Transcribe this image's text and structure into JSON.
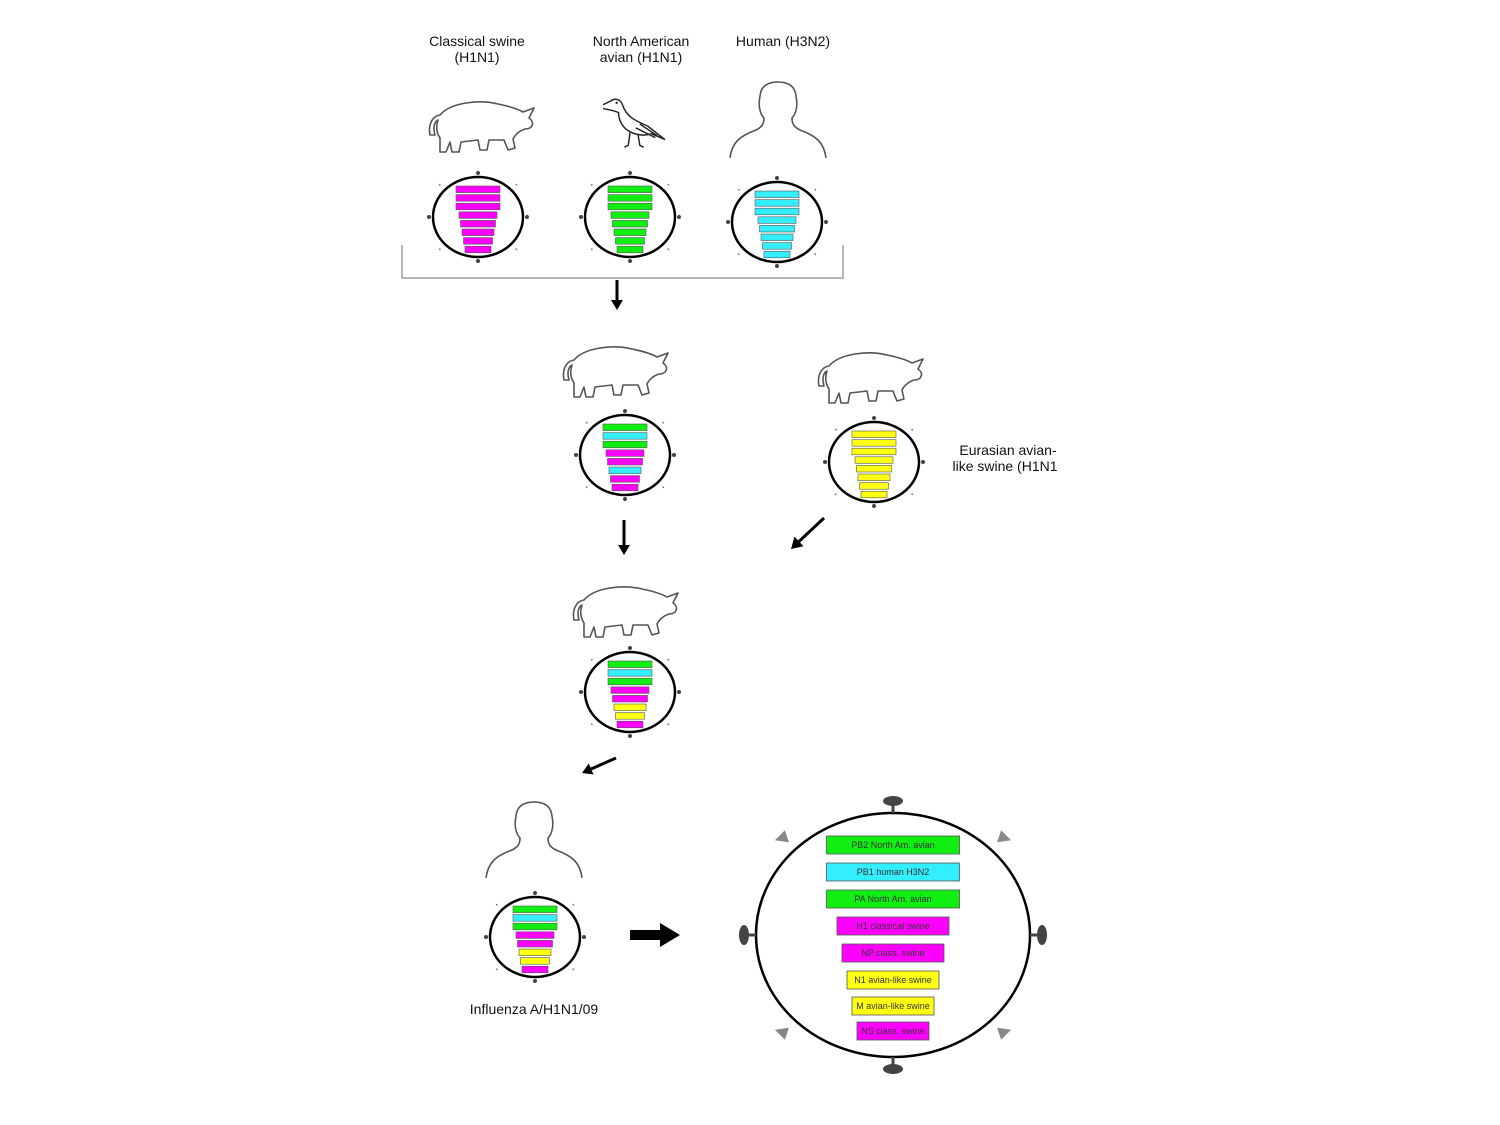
{
  "colors": {
    "magenta": "#ff00ff",
    "green": "#11ee11",
    "cyan": "#33eeff",
    "yellow": "#ffff11"
  },
  "headers": {
    "classical_swine": [
      "Classical swine",
      "(H1N1)"
    ],
    "north_american_avian": [
      "North American",
      "avian (H1N1)"
    ],
    "human": [
      "Human (H3N2)"
    ]
  },
  "eurasian_label": [
    "Eurasian avian-",
    "like swine (H1N1"
  ],
  "result_label": "Influenza A/H1N1/09",
  "viruses": {
    "classical_swine": [
      "magenta",
      "magenta",
      "magenta",
      "magenta",
      "magenta",
      "magenta",
      "magenta",
      "magenta"
    ],
    "north_american_avian": [
      "green",
      "green",
      "green",
      "green",
      "green",
      "green",
      "green",
      "green"
    ],
    "human_h3n2": [
      "cyan",
      "cyan",
      "cyan",
      "cyan",
      "cyan",
      "cyan",
      "cyan",
      "cyan"
    ],
    "triple_reassortant_swine": [
      "green",
      "cyan",
      "green",
      "magenta",
      "magenta",
      "cyan",
      "magenta",
      "magenta"
    ],
    "eurasian_swine": [
      "yellow",
      "yellow",
      "yellow",
      "yellow",
      "yellow",
      "yellow",
      "yellow",
      "yellow"
    ],
    "reassortant_swine_2": [
      "green",
      "cyan",
      "green",
      "magenta",
      "magenta",
      "yellow",
      "yellow",
      "magenta"
    ],
    "h1n1_09": [
      "green",
      "cyan",
      "green",
      "magenta",
      "magenta",
      "yellow",
      "yellow",
      "magenta"
    ]
  },
  "h1n1_09_segments": [
    {
      "label": "PB2 North Am. avian",
      "color": "green"
    },
    {
      "label": "PB1 human H3N2",
      "color": "cyan"
    },
    {
      "label": "PA North Am. avian",
      "color": "green"
    },
    {
      "label": "H1 classical swine",
      "color": "magenta"
    },
    {
      "label": "NP class. swine",
      "color": "magenta"
    },
    {
      "label": "N1 avian-like swine",
      "color": "yellow"
    },
    {
      "label": "M avian-like swine",
      "color": "yellow"
    },
    {
      "label": "NS class. swine",
      "color": "magenta"
    }
  ]
}
